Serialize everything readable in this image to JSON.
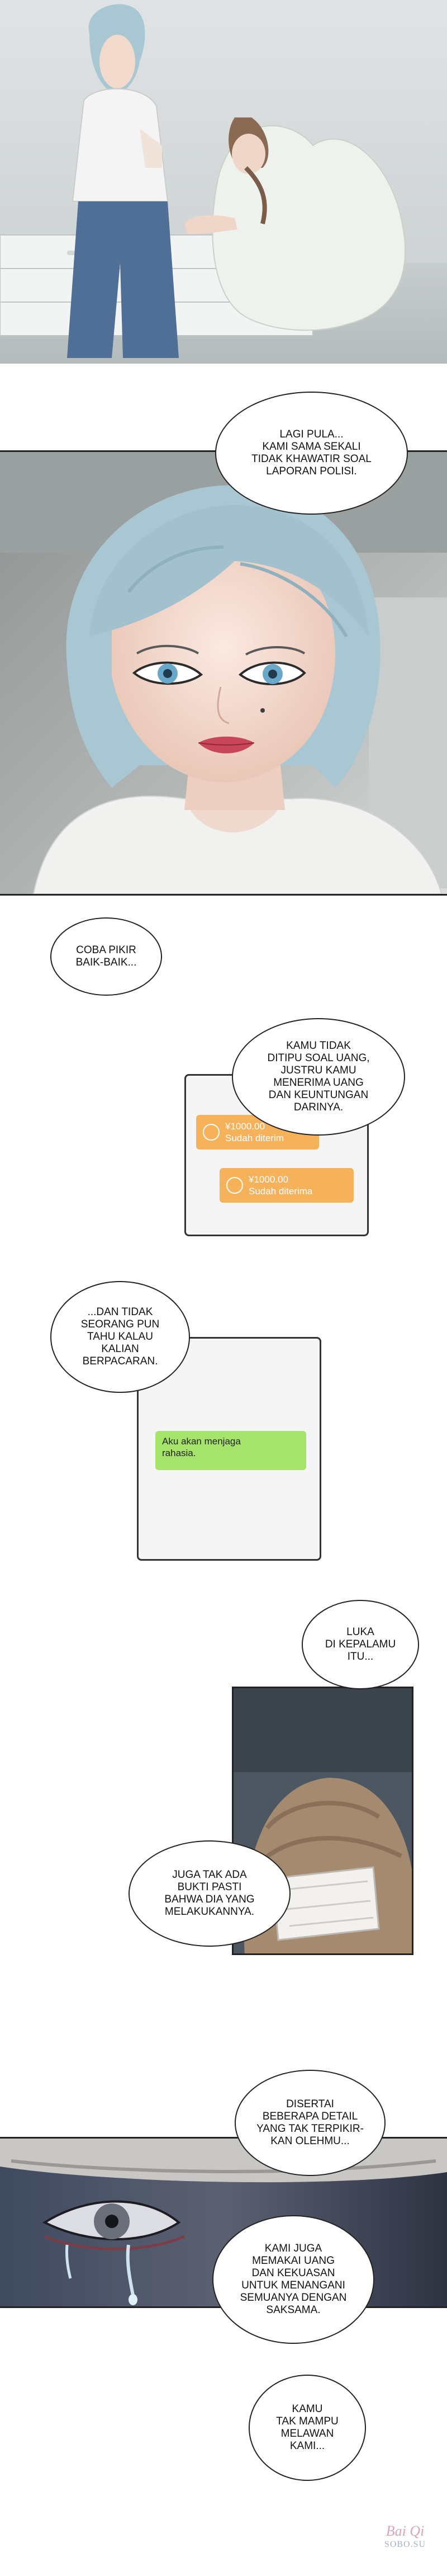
{
  "bubbles": {
    "b1": "LAGI PULA...\nKAMI SAMA SEKALI\nTIDAK KHAWATIR SOAL\nLAPORAN POLISI.",
    "b2": "COBA PIKIR\nBAIK-BAIK...",
    "b3": "KAMU TIDAK\nDITIPU SOAL UANG,\nJUSTRU KAMU\nMENERIMA UANG\nDAN KEUNTUNGAN\nDARINYA.",
    "b4": "...DAN TIDAK\nSEORANG PUN\nTAHU KALAU\nKALIAN\nBERPACARAN.",
    "b5": "LUKA\nDI KEPALAMU\nITU...",
    "b6": "JUGA TAK ADA\nBUKTI PASTI\nBAHWA DIA YANG\nMELAKUKANNYA.",
    "b7": "DISERTAI\nBEBERAPA DETAIL\nYANG TAK TERPIKIR-\nKAN OLEHMU...",
    "b8": "KAMI JUGA\nMEMAKAI UANG\nDAN KEKUASAN\nUNTUK MENANGANI\nSEMUANYA DENGAN\nSAKSAMA.",
    "b9": "KAMU\nTAK MAMPU\nMELAWAN\nKAMI..."
  },
  "phone1": {
    "t1_amount": "¥1000.00",
    "t1_status": "Sudah diterim",
    "t2_amount": "¥1000.00",
    "t2_status": "Sudah diterima"
  },
  "phone2": {
    "message": "Aku akan menjaga\nrahasia."
  },
  "credit": {
    "line1": "Bai Qi",
    "line2": "SOBO.SU"
  },
  "colors": {
    "transfer": "#f6b25a",
    "chat_green": "#a6e36b",
    "hair": "#a9c7d3",
    "credit": "#d9a6b6"
  }
}
